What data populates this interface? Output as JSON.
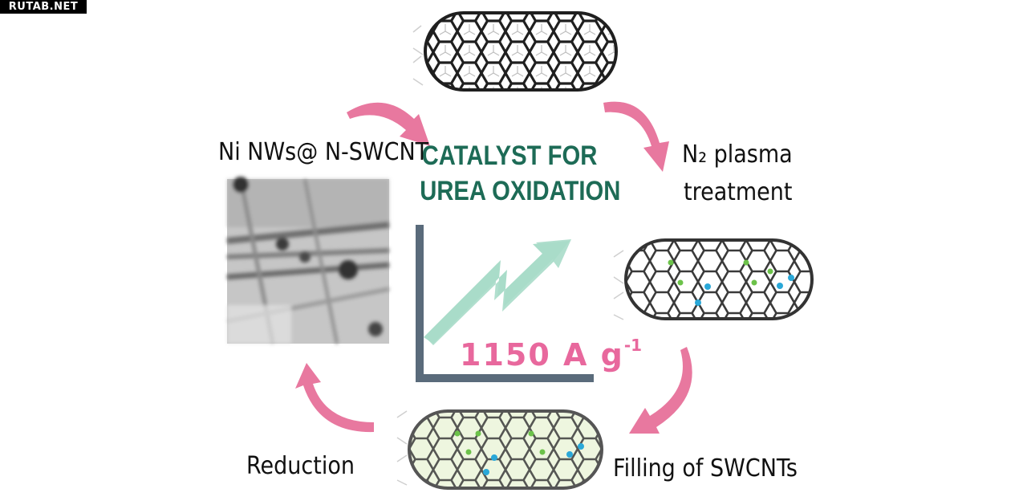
{
  "watermark": "RUTAB.NET",
  "title": {
    "line1": "CATALYST FOR",
    "line2": "UREA OXIDATION"
  },
  "metric": {
    "value": "1150 A g",
    "exponent": "-1"
  },
  "steps": {
    "ni_nws": "Ni NWs@ N-SWCNT",
    "plasma_line1": "N₂ plasma",
    "plasma_line2": "treatment",
    "filling": "Filling of SWCNTs",
    "reduction": "Reduction"
  },
  "colors": {
    "title": "#1d6b56",
    "metric": "#e8689d",
    "cycle_arrow": "#e8789f",
    "trend_arrow": "#a9dcc9",
    "axes": "#5a6b7b",
    "nanotube_outline": "#2b2b2b",
    "nitrogen_dopant_green": "#6cc24a",
    "nitrogen_dopant_blue": "#2aa8d8",
    "filled_tube": "#eef6df"
  },
  "icons": [
    "nanotube-icon",
    "n-doped-nanotube-icon",
    "filled-nanotube-icon",
    "tem-micrograph",
    "curved-arrow-icon",
    "trend-arrow-icon"
  ]
}
